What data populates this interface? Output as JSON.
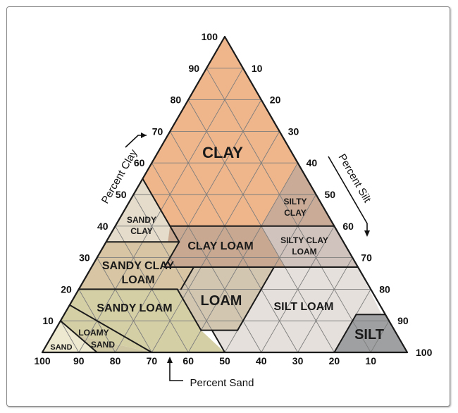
{
  "axes": {
    "clay": {
      "label": "Percent Clay",
      "ticks": [
        "10",
        "20",
        "30",
        "40",
        "50",
        "60",
        "70",
        "80",
        "90",
        "100"
      ]
    },
    "silt": {
      "label": "Percent Silt",
      "ticks": [
        "10",
        "20",
        "30",
        "40",
        "50",
        "60",
        "70",
        "80",
        "90",
        "100"
      ]
    },
    "sand": {
      "label": "Percent Sand",
      "ticks": [
        "100",
        "90",
        "80",
        "70",
        "60",
        "50",
        "40",
        "30",
        "20",
        "10"
      ]
    }
  },
  "classes": {
    "clay": {
      "label": "CLAY",
      "color": "#efb68c"
    },
    "silty_clay": {
      "line1": "SILTY",
      "line2": "CLAY",
      "color": "#c9ab98"
    },
    "sandy_clay": {
      "line1": "SANDY",
      "line2": "CLAY",
      "color": "#e5dccb"
    },
    "clay_loam": {
      "label": "CLAY LOAM",
      "color": "#c8a890"
    },
    "silty_clay_loam": {
      "line1": "SILTY CLAY",
      "line2": "LOAM",
      "color": "#d0c2bc"
    },
    "sandy_clay_loam": {
      "line1": "SANDY CLAY",
      "line2": "LOAM",
      "color": "#d7c5a3"
    },
    "loam": {
      "label": "LOAM",
      "color": "#d2c6b0"
    },
    "silt_loam": {
      "label": "SILT LOAM",
      "color": "#e5e0dc"
    },
    "sandy_loam": {
      "label": "SANDY LOAM",
      "color": "#d5cfa6"
    },
    "loamy_sand": {
      "line1": "LOAMY",
      "line2": "SAND",
      "color": "#cfc7a4"
    },
    "sand": {
      "label": "SAND",
      "color": "#ede8d0"
    },
    "silt": {
      "label": "SILT",
      "color": "#9fa0a2"
    }
  }
}
